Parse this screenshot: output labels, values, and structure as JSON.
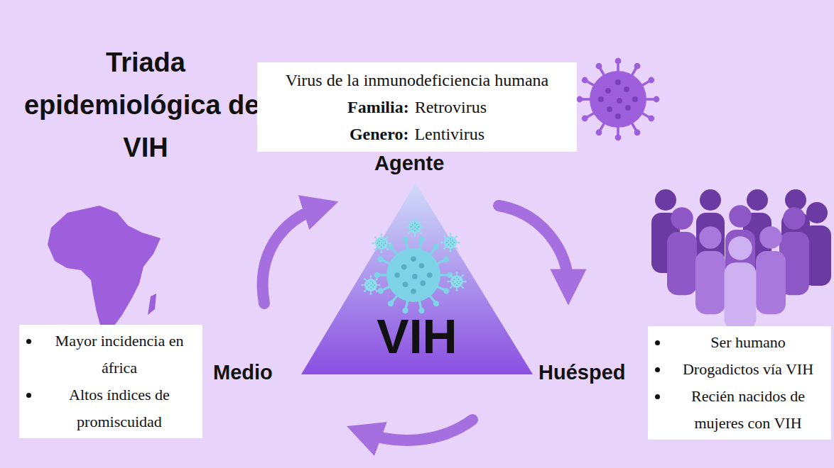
{
  "diagram": {
    "title": "Triada epidemiológica del VIH",
    "nodes": [
      {
        "text": [
          "Virus de la inmunodeficiencia humana",
          "Familia:",
          "Retrovirus",
          "Genero:",
          "Lentivirus"
        ]
      },
      {
        "text": [
          "VIH"
        ]
      },
      {
        "text": [
          "Mayor incidencia en áfrica",
          "Altos índices de promiscuidad"
        ]
      },
      {
        "text": [
          "Ser humano",
          "Drogadictos vía VIH",
          "Recién nacidos de mujeres con VIH"
        ]
      }
    ],
    "labels": [
      "Agente",
      "Medio",
      "Huésped"
    ]
  }
}
